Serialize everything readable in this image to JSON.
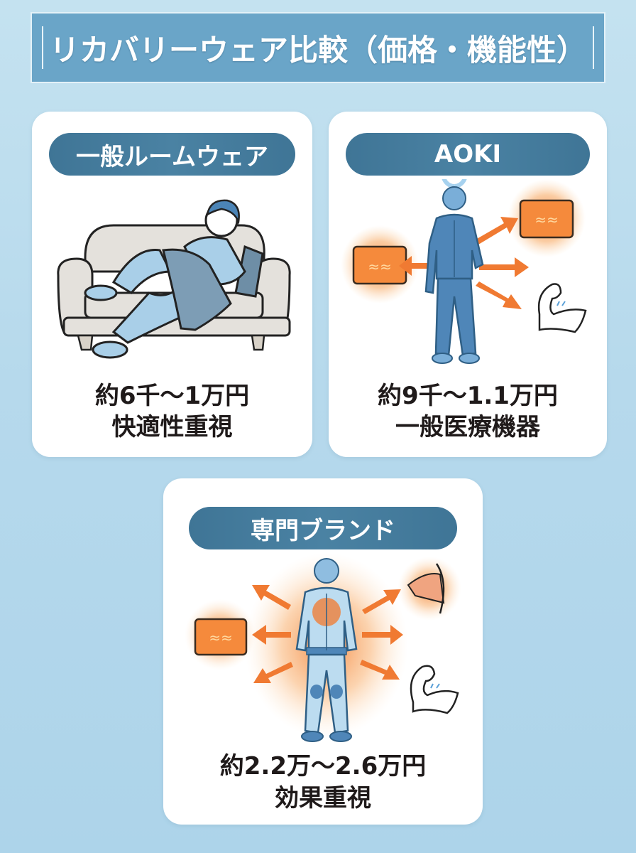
{
  "title": "リカバリーウェア比較（価格・機能性）",
  "cards": [
    {
      "label": "一般ルームウェア",
      "price": "約6千〜1万円",
      "feature": "快適性重視",
      "illustration": "man-relaxing-on-sofa"
    },
    {
      "label": "AOKI",
      "price": "約9千〜1.1万円",
      "feature": "一般医療機器",
      "illustration": "man-in-recovery-suit-with-heat-arrows"
    },
    {
      "label": "専門ブランド",
      "price": "約2.2万〜2.6万円",
      "feature": "効果重視",
      "illustration": "man-in-pro-recovery-suit-with-glow-and-arrows"
    }
  ],
  "colors": {
    "background": "#b6d9ec",
    "banner": "#6aa5c8",
    "pill": "#44799a",
    "card": "#ffffff",
    "text": "#1f1a1a",
    "heat": "#f0762f"
  }
}
